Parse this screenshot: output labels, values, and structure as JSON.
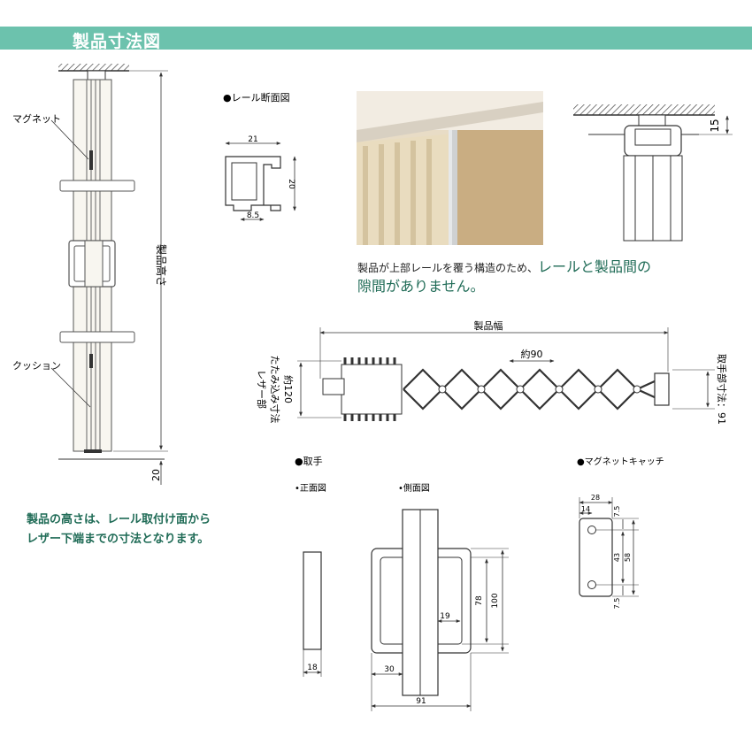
{
  "header": {
    "title": "製品寸法図"
  },
  "side_view": {
    "magnet_label": "マグネット",
    "cushion_label": "クッション",
    "height_label": "製品高さ",
    "bottom_gap": "20"
  },
  "rail_section": {
    "title": "●レール断面図",
    "width": "21",
    "height": "20",
    "opening": "8.5"
  },
  "rail_detail": {
    "gap": "15"
  },
  "photo_caption": {
    "part1": "製品が上部レールを覆う構造のため、",
    "part2": "レールと製品間の",
    "part3": "隙間がありません。"
  },
  "plan_view": {
    "width_label": "製品幅",
    "pitch_label": "約90",
    "fold_label_1": "レザー部",
    "fold_label_2": "たたみ込み寸法",
    "fold_label_3": "約120",
    "handle_label": "取手部寸法：91"
  },
  "handle": {
    "title": "●取手",
    "front_title": "•正面図",
    "side_title": "•側面図",
    "front_width": "18",
    "dim_19": "19",
    "dim_30": "30",
    "dim_91": "91",
    "dim_78": "78",
    "dim_100": "100"
  },
  "magnet_catch": {
    "title": "●マグネットキャッチ",
    "dim_28": "28",
    "dim_14": "14",
    "dim_7_5_top": "7.5",
    "dim_43": "43",
    "dim_58": "58",
    "dim_7_5_bottom": "7.5"
  },
  "footnote": {
    "line1": "製品の高さは、レール取付け面から",
    "line2": "レザー下端までの寸法となります。"
  }
}
